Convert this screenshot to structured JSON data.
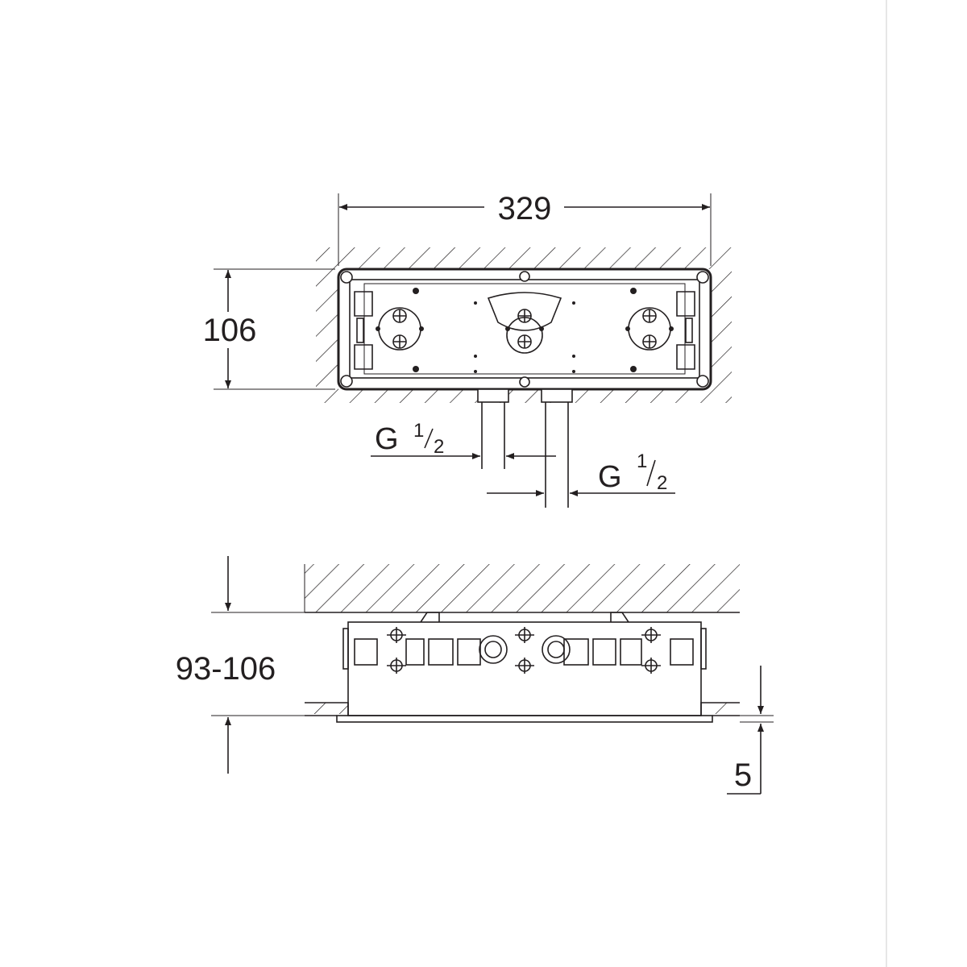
{
  "dimensions": {
    "width": "329",
    "height": "106",
    "depth_range": "93-106",
    "offset": "5"
  },
  "connections": [
    {
      "main": "G",
      "numerator": "1",
      "denominator": "2"
    },
    {
      "main": "G",
      "numerator": "1",
      "denominator": "2"
    }
  ]
}
